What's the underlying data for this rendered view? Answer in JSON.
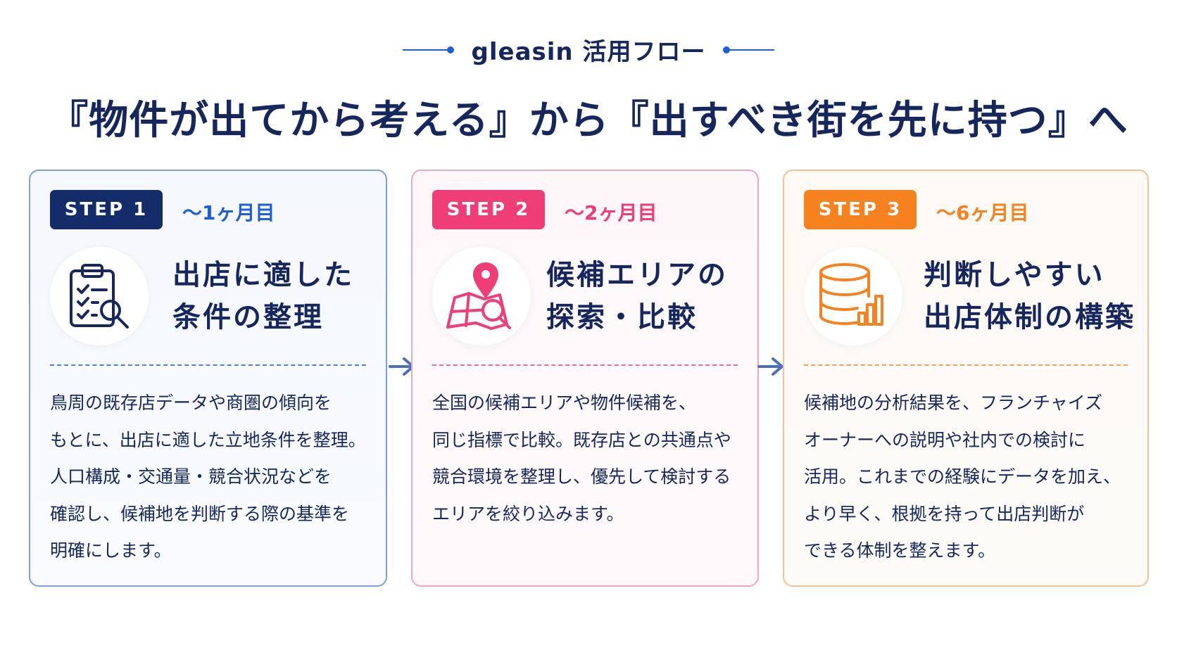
{
  "header": {
    "eyebrow": "gleasin 活用フロー",
    "headline": "『物件が出てから考える』から『出すべき街を先に持つ』へ"
  },
  "steps": [
    {
      "badge": "STEP 1",
      "period": "〜1ヶ月目",
      "icon": "clipboard-checklist-icon",
      "title_lines": [
        "出店に適した",
        "条件の整理"
      ],
      "body_lines": [
        "鳥周の既存店データや商圏の傾向を",
        "もとに、出店に適した立地条件を整理。",
        "人口構成・交通量・競合状況などを",
        "確認し、候補地を判断する際の基準を",
        "明確にします。"
      ],
      "color": "#152c6b"
    },
    {
      "badge": "STEP 2",
      "period": "〜2ヶ月目",
      "icon": "map-pin-search-icon",
      "title_lines": [
        "候補エリアの",
        "探索・比較"
      ],
      "body_lines": [
        "全国の候補エリアや物件候補を、",
        "同じ指標で比較。既存店との共通点や",
        "競合環境を整理し、優先して検討する",
        "エリアを絞り込みます。"
      ],
      "color": "#ef3d77"
    },
    {
      "badge": "STEP 3",
      "period": "〜6ヶ月目",
      "icon": "database-chart-icon",
      "title_lines": [
        "判断しやすい",
        "出店体制の構築"
      ],
      "body_lines": [
        "候補地の分析結果を、フランチャイズ",
        "オーナーへの説明や社内での検討に",
        "活用。これまでの経験にデータを加え、",
        "より早く、根拠を持って出店判断が",
        "できる体制を整えます。"
      ],
      "color": "#f5821f"
    }
  ]
}
